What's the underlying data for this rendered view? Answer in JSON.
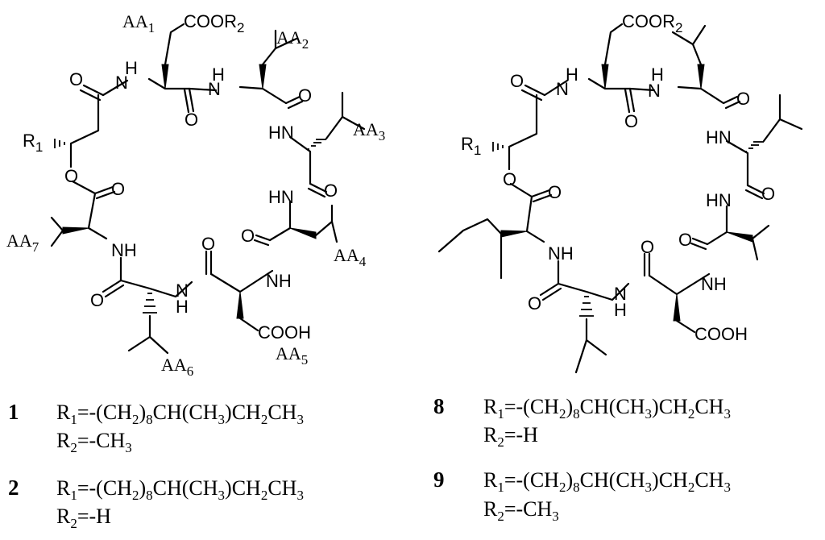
{
  "structure_left": {
    "aa_labels": [
      {
        "main": "AA",
        "sub": "1"
      },
      {
        "main": "AA",
        "sub": "2"
      },
      {
        "main": "AA",
        "sub": "3"
      },
      {
        "main": "AA",
        "sub": "4"
      },
      {
        "main": "AA",
        "sub": "5"
      },
      {
        "main": "AA",
        "sub": "6"
      },
      {
        "main": "AA",
        "sub": "7"
      }
    ],
    "atoms": {
      "cooro": "COOR",
      "r2sub": "2",
      "r1": "R",
      "r1sub": "1",
      "cooh": "COOH",
      "nh": "NH",
      "hn": "HN",
      "h": "H",
      "n": "N",
      "o": "O"
    }
  },
  "structure_right": {
    "atoms": {
      "cooro": "COOR",
      "r2sub": "2",
      "r1": "R",
      "r1sub": "1",
      "cooh": "COOH",
      "nh": "NH",
      "hn": "HN",
      "h": "H",
      "n": "N",
      "o": "O"
    }
  },
  "compounds": [
    {
      "id": "1",
      "r1": {
        "pre": "R",
        "s1": "1",
        "a": "=-(CH",
        "s2": "2",
        "b": ")",
        "s3": "8",
        "c": "CH(CH",
        "s4": "3",
        "d": ")CH",
        "s5": "2",
        "e": "CH",
        "s6": "3"
      },
      "r2": {
        "pre": "R",
        "s1": "2",
        "a": "=-CH",
        "s2": "3"
      }
    },
    {
      "id": "2",
      "r1": {
        "pre": "R",
        "s1": "1",
        "a": "=-(CH",
        "s2": "2",
        "b": ")",
        "s3": "8",
        "c": "CH(CH",
        "s4": "3",
        "d": ")CH",
        "s5": "2",
        "e": "CH",
        "s6": "3"
      },
      "r2": {
        "pre": "R",
        "s1": "2",
        "a": "=-H",
        "s2": ""
      }
    },
    {
      "id": "8",
      "r1": {
        "pre": "R",
        "s1": "1",
        "a": "=-(CH",
        "s2": "2",
        "b": ")",
        "s3": "8",
        "c": "CH(CH",
        "s4": "3",
        "d": ")CH",
        "s5": "2",
        "e": "CH",
        "s6": "3"
      },
      "r2": {
        "pre": "R",
        "s1": "2",
        "a": "=-H",
        "s2": ""
      }
    },
    {
      "id": "9",
      "r1": {
        "pre": "R",
        "s1": "1",
        "a": "=-(CH",
        "s2": "2",
        "b": ")",
        "s3": "8",
        "c": "CH(CH",
        "s4": "3",
        "d": ")CH",
        "s5": "2",
        "e": "CH",
        "s6": "3"
      },
      "r2": {
        "pre": "R",
        "s1": "2",
        "a": "=-CH",
        "s2": "3"
      }
    }
  ]
}
